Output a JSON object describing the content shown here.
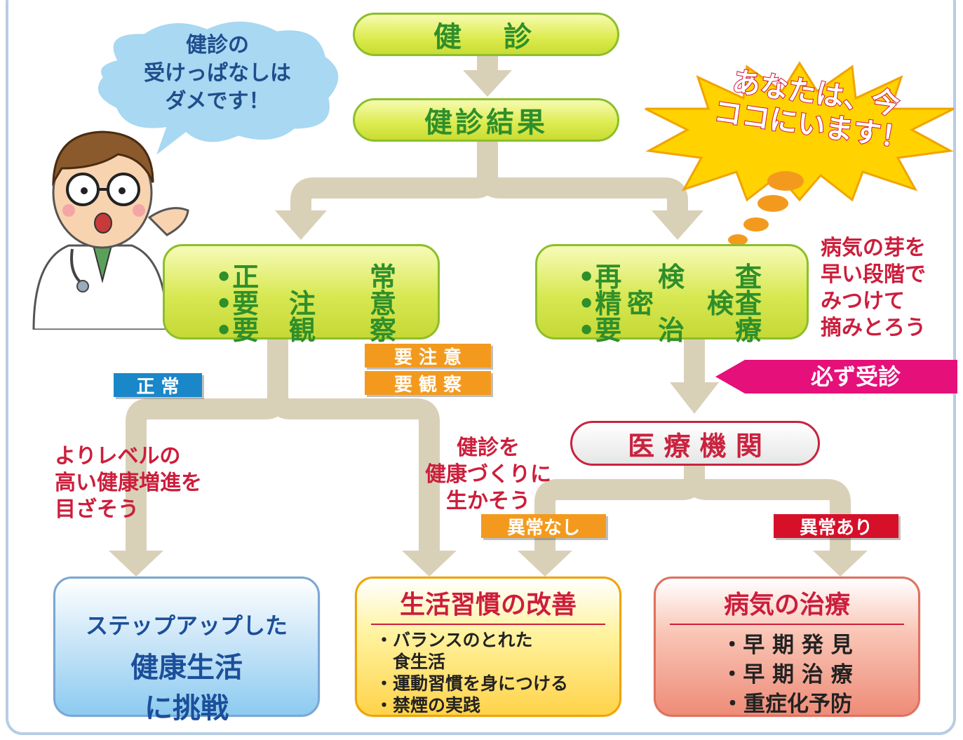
{
  "colors": {
    "green_text": "#2f8f2a",
    "pill_fill": "#d9ea4c",
    "pill_border": "#8cbf2a",
    "arrow": "#d9d0b8",
    "blue_tag": "#1a87c9",
    "orange_tag": "#f39a1e",
    "red_tag": "#d7102a",
    "magenta": "#e5107a",
    "red_text": "#cc1e3c",
    "burst": "#ffd200"
  },
  "doctor_speech": [
    "健診の",
    "受けっぱなしは",
    "ダメです！"
  ],
  "burst": [
    "あなたは、今",
    "ココにいます！"
  ],
  "top_pill": "健　診",
  "result_pill": "健診結果",
  "left_box": {
    "rows": [
      [
        "•正",
        "",
        "常"
      ],
      [
        "•要",
        "注",
        "意"
      ],
      [
        "•要",
        "観",
        "察"
      ]
    ]
  },
  "right_box": {
    "rows": [
      [
        "•再",
        "",
        "検",
        "",
        "査"
      ],
      [
        "•精",
        "密",
        "",
        "検",
        "査"
      ],
      [
        "•要",
        "",
        "治",
        "",
        "療"
      ]
    ]
  },
  "right_note": [
    "病気の芽を",
    "早い段階で",
    "みつけて",
    "摘みとろう"
  ],
  "tags": {
    "normal": "正 常",
    "caution": "要 注 意",
    "observe": "要 観 察",
    "must_visit": "必ず受診",
    "no_abnormal": "異常なし",
    "abnormal": "異常あり"
  },
  "medical_institution": "医 療 機 関",
  "left_note": [
    "よりレベルの",
    "高い健康増進を",
    "目ざそう"
  ],
  "middle_note": [
    "健診を",
    "健康づくりに",
    "生かそう"
  ],
  "outcomes": {
    "health": {
      "line1": "ステップアップした",
      "line2": "健康生活",
      "line3": "に挑戦"
    },
    "lifestyle": {
      "title": "生活習慣の改善",
      "items": [
        "・バランスのとれた",
        "　食生活",
        "・運動習慣を身につける",
        "・禁煙の実践"
      ]
    },
    "treatment": {
      "title": "病気の治療",
      "items": [
        "・早 期 発 見",
        "・早 期 治 療",
        "・重症化予防"
      ]
    }
  }
}
